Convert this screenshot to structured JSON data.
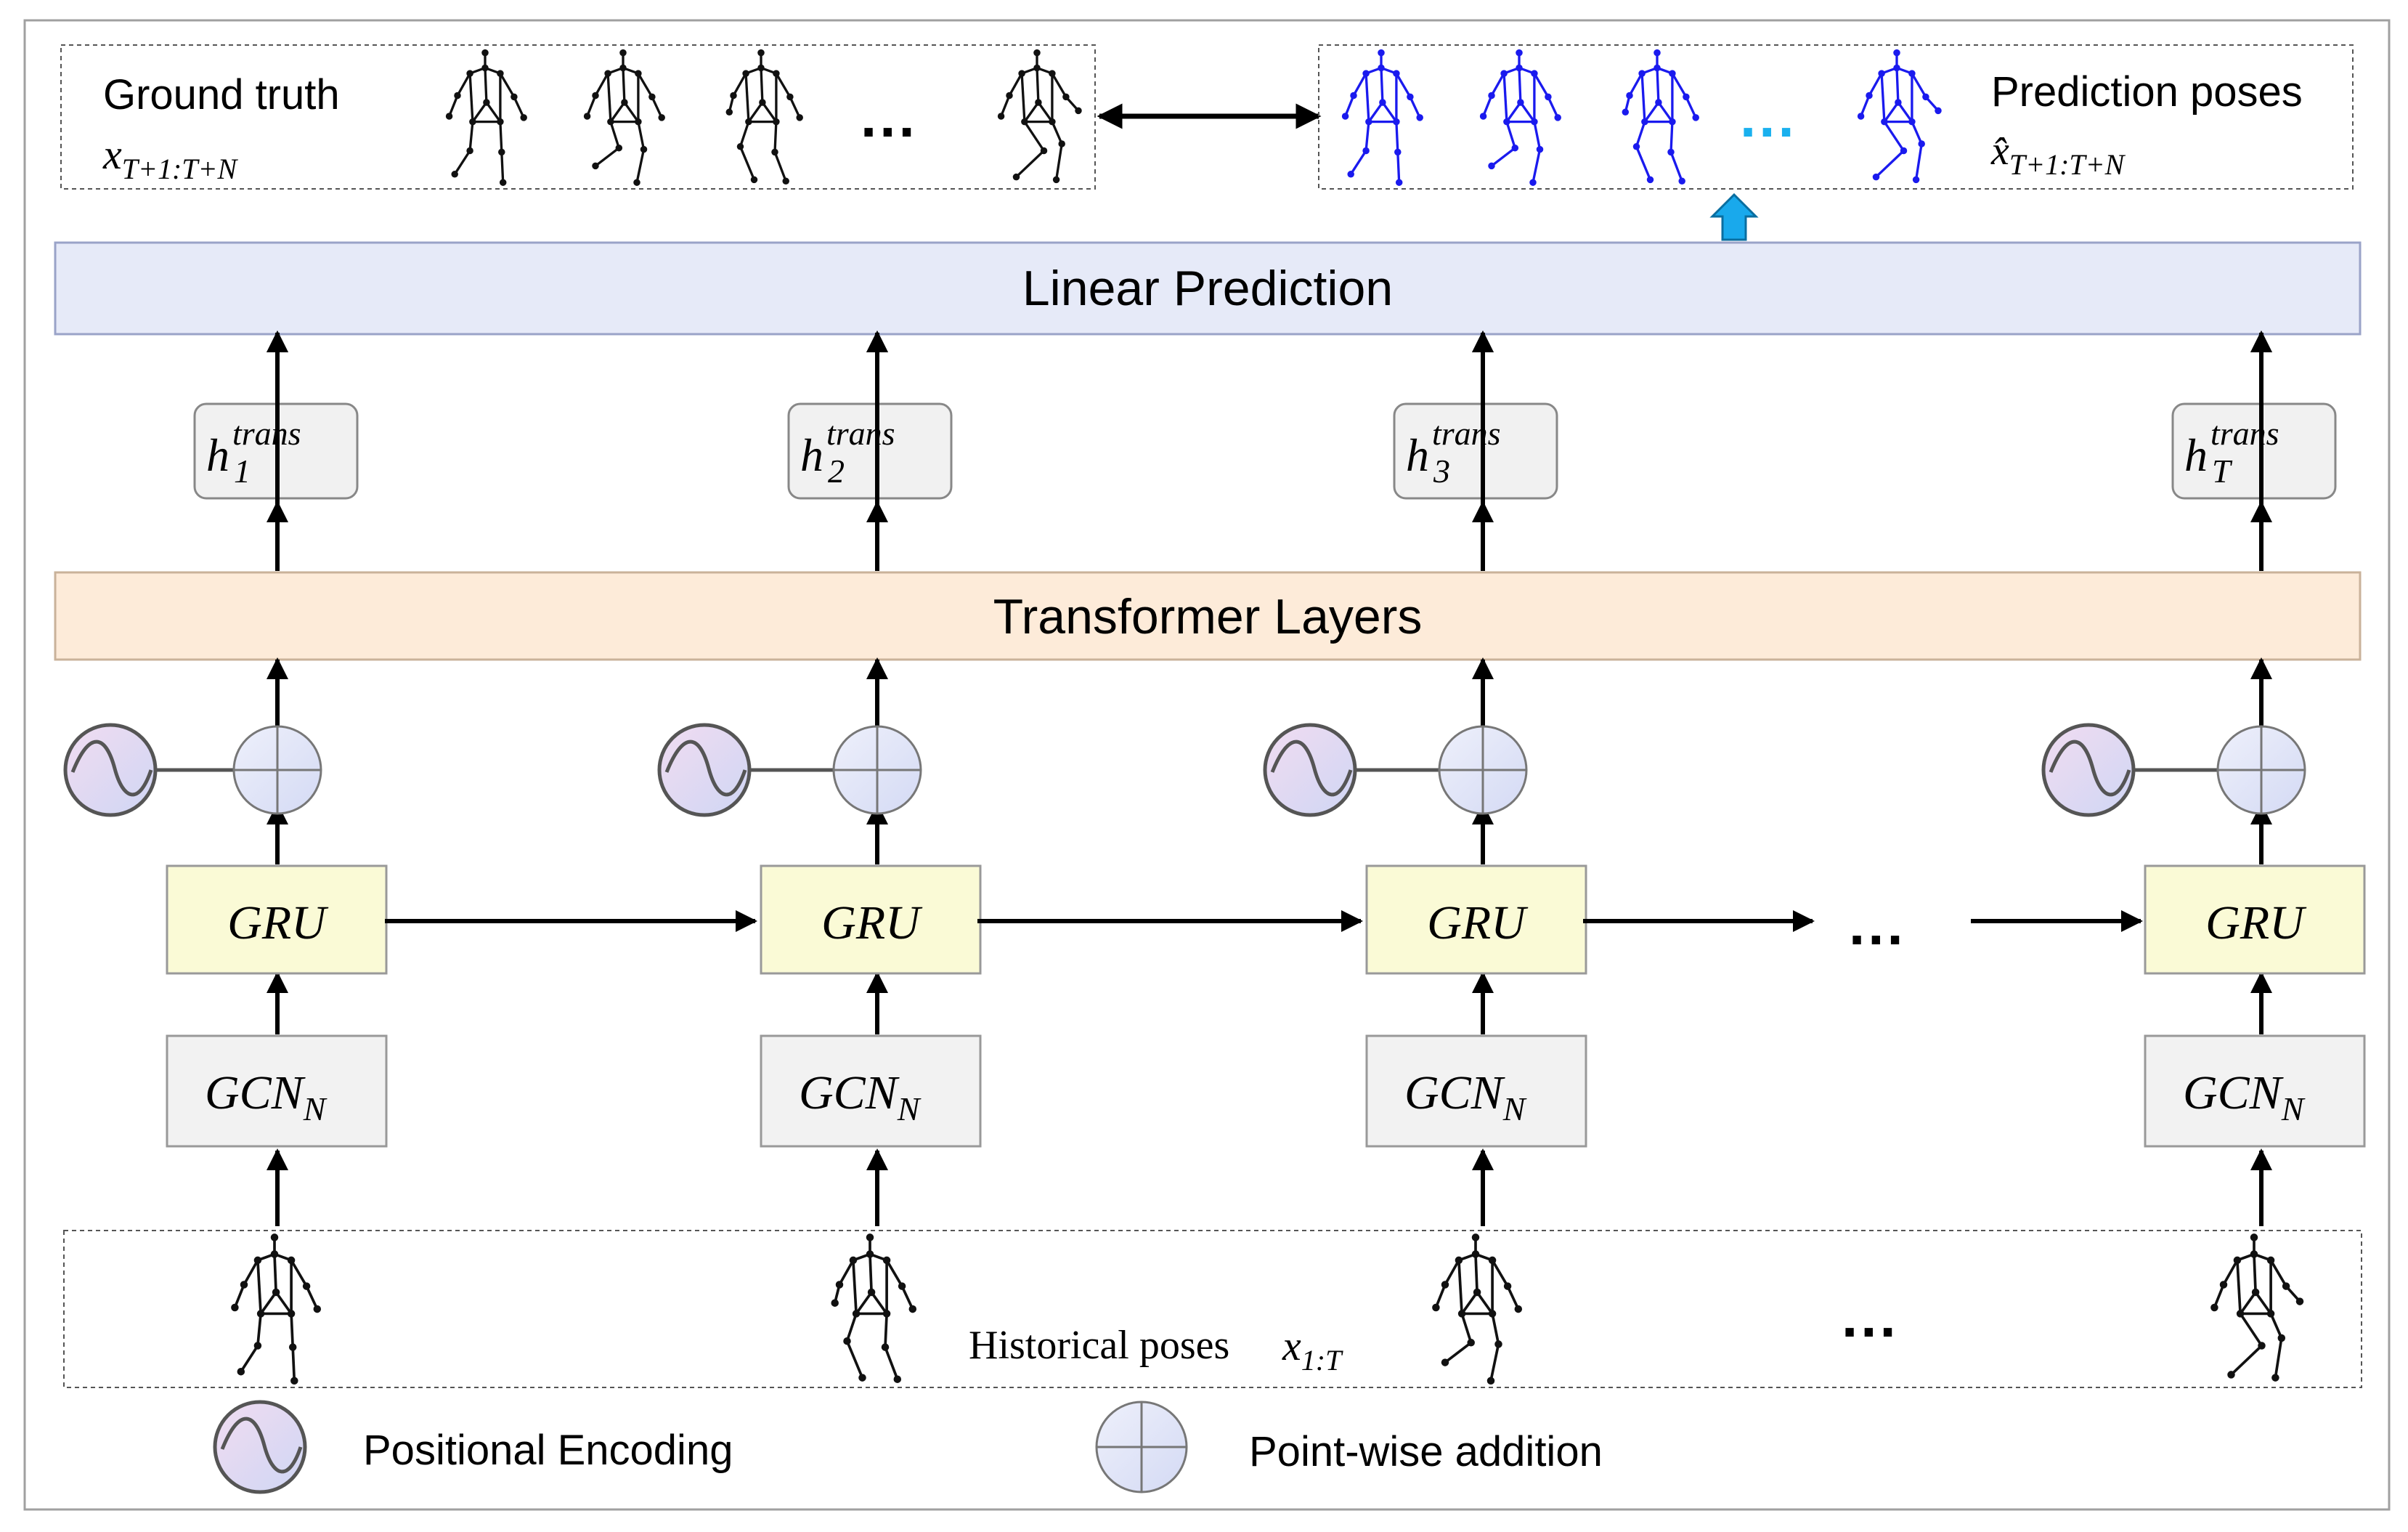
{
  "ground_truth": {
    "label": "Ground truth",
    "var_base": "x",
    "var_sub": "T+1:T+N"
  },
  "prediction": {
    "label": "Prediction poses",
    "var_base": "x̂",
    "var_sub": "T+1:T+N"
  },
  "ellipsis": "...",
  "linear_prediction": {
    "label": "Linear Prediction"
  },
  "transformer": {
    "label": "Transformer Layers"
  },
  "columns": [
    {
      "h_sub": "1",
      "h_sup": "trans",
      "gru": "GRU",
      "gcn_base": "GCN",
      "gcn_sub": "N"
    },
    {
      "h_sub": "2",
      "h_sup": "trans",
      "gru": "GRU",
      "gcn_base": "GCN",
      "gcn_sub": "N"
    },
    {
      "h_sub": "3",
      "h_sup": "trans",
      "gru": "GRU",
      "gcn_base": "GCN",
      "gcn_sub": "N"
    },
    {
      "h_sub": "T",
      "h_sup": "trans",
      "gru": "GRU",
      "gcn_base": "GCN",
      "gcn_sub": "N"
    }
  ],
  "h_base": "h",
  "historical": {
    "label": "Historical poses",
    "var_base": "x",
    "var_sub": "1:T"
  },
  "legend": [
    {
      "label": "Positional Encoding",
      "icon": "sine-wave-circle-icon"
    },
    {
      "label": "Point-wise addition",
      "icon": "plus-circle-icon"
    }
  ],
  "colors": {
    "linear_prediction_fill": "#e6eaf8",
    "transformer_fill": "#fdebd9",
    "gru_fill": "#fafad6",
    "gcn_fill": "#f2f2f2",
    "hidden_fill": "#f1f1f1",
    "prediction_pose": "#1a1aee",
    "prediction_ellipsis": "#1ab0ee",
    "up_arrow": "#19a9ec"
  }
}
